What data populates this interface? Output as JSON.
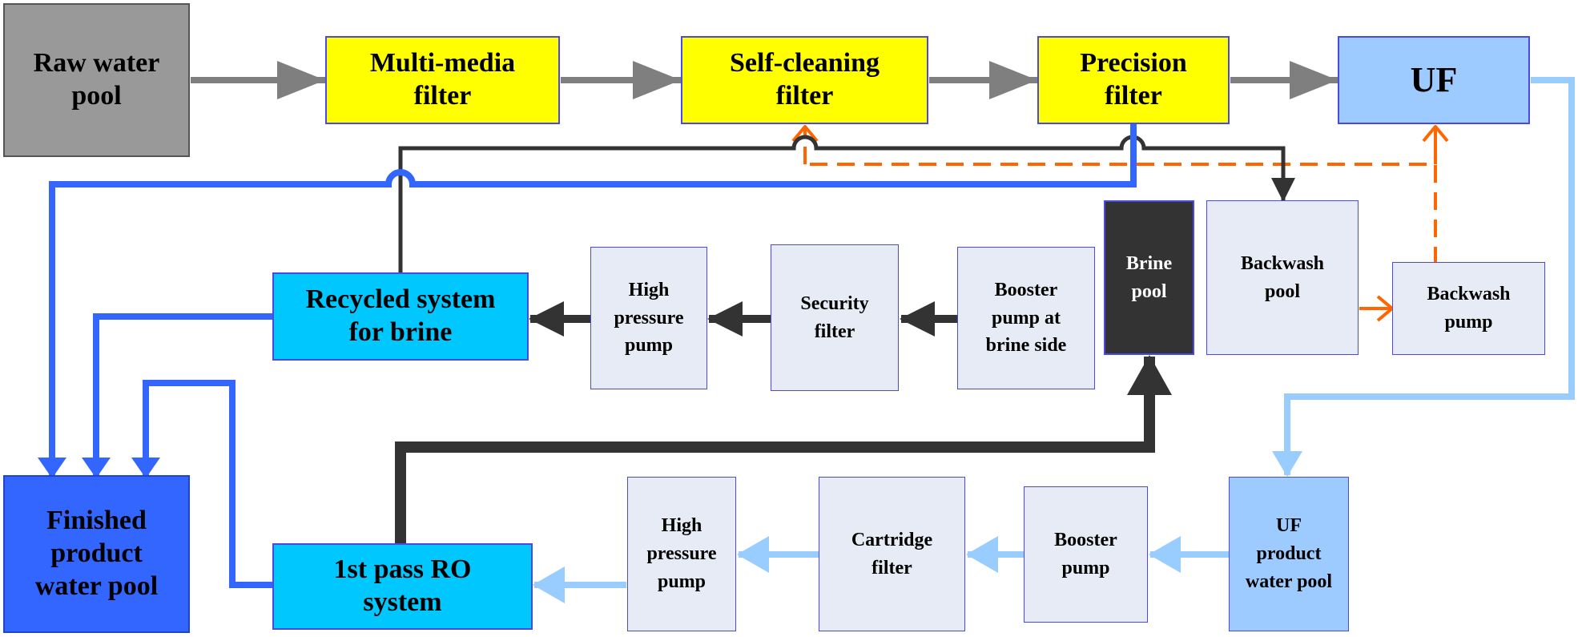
{
  "diagram": {
    "nodes": {
      "raw_water_pool": "Raw water\npool",
      "multi_media_filter": "Multi-media\nfilter",
      "self_cleaning_filter": "Self-cleaning\nfilter",
      "precision_filter": "Precision\nfilter",
      "uf": "UF",
      "recycled_system": "Recycled system\nfor brine",
      "high_pressure_pump_brine": "High\npressure\npump",
      "security_filter": "Security\nfilter",
      "booster_pump_brine": "Booster\npump at\nbrine side",
      "brine_pool": "Brine\npool",
      "backwash_pool": "Backwash\npool",
      "backwash_pump": "Backwash\npump",
      "finished_product_pool": "Finished\nproduct\nwater pool",
      "ro_system": "1st pass RO\nsystem",
      "high_pressure_pump_ro": "High\npressure\npump",
      "cartridge_filter": "Cartridge\nfilter",
      "booster_pump": "Booster\npump",
      "uf_product_pool": "UF\nproduct\nwater pool"
    },
    "colors": {
      "gray_box": "#999999",
      "yellow_box": "#ffff00",
      "uf_blue": "#9ecbff",
      "cyan_box": "#00c8ff",
      "pale_box": "#e6ebf5",
      "dark_box": "#333333",
      "finished_blue": "#3366ff",
      "gray_arrow": "#7f7f7f",
      "blue_line": "#3366ff",
      "light_blue_line": "#99ccff",
      "dark_line": "#333333",
      "orange_dash": "#ff6600",
      "box_border": "#4a4ae0"
    }
  }
}
